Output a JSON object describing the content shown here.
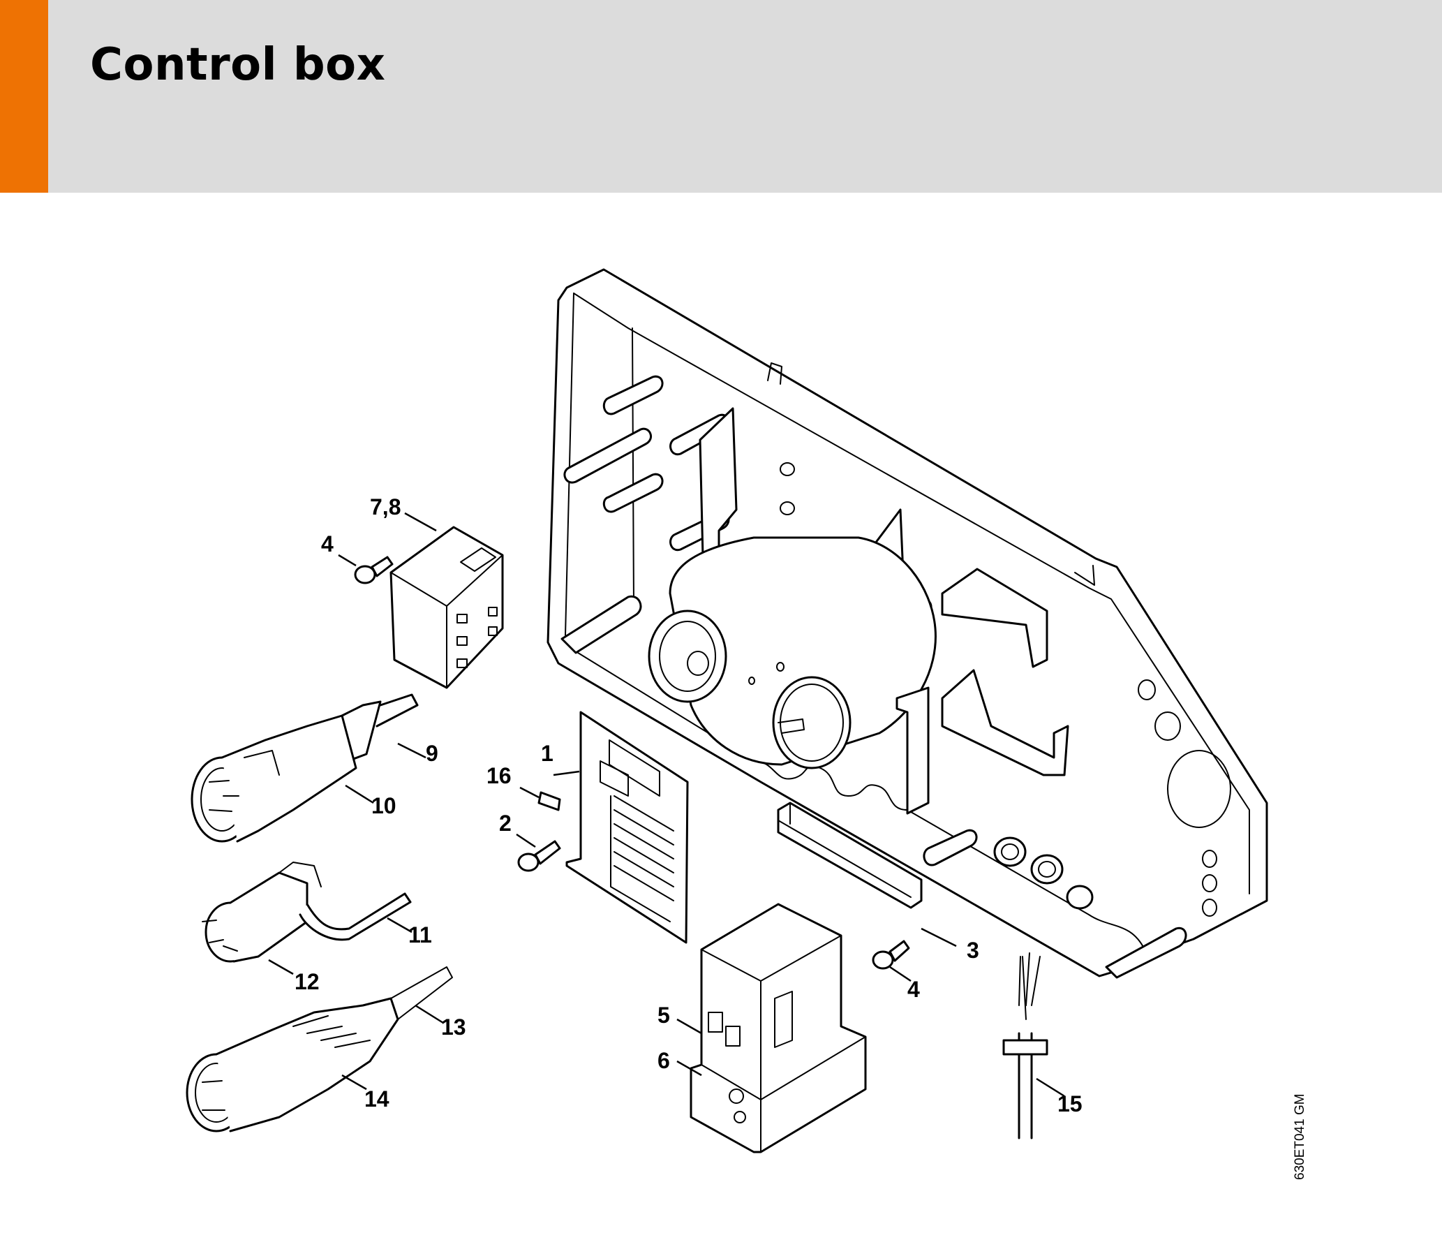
{
  "header": {
    "title": "Control box",
    "accent_color": "#ee7203",
    "background_color": "#dcdcdc"
  },
  "callouts": {
    "c78": "7,8",
    "c4a": "4",
    "c9": "9",
    "c10": "10",
    "c1": "1",
    "c16": "16",
    "c2": "2",
    "c11": "11",
    "c12": "12",
    "c13": "13",
    "c14": "14",
    "c3": "3",
    "c4b": "4",
    "c5": "5",
    "c6": "6",
    "c15": "15"
  },
  "drawing_code": "630ET041 GM"
}
